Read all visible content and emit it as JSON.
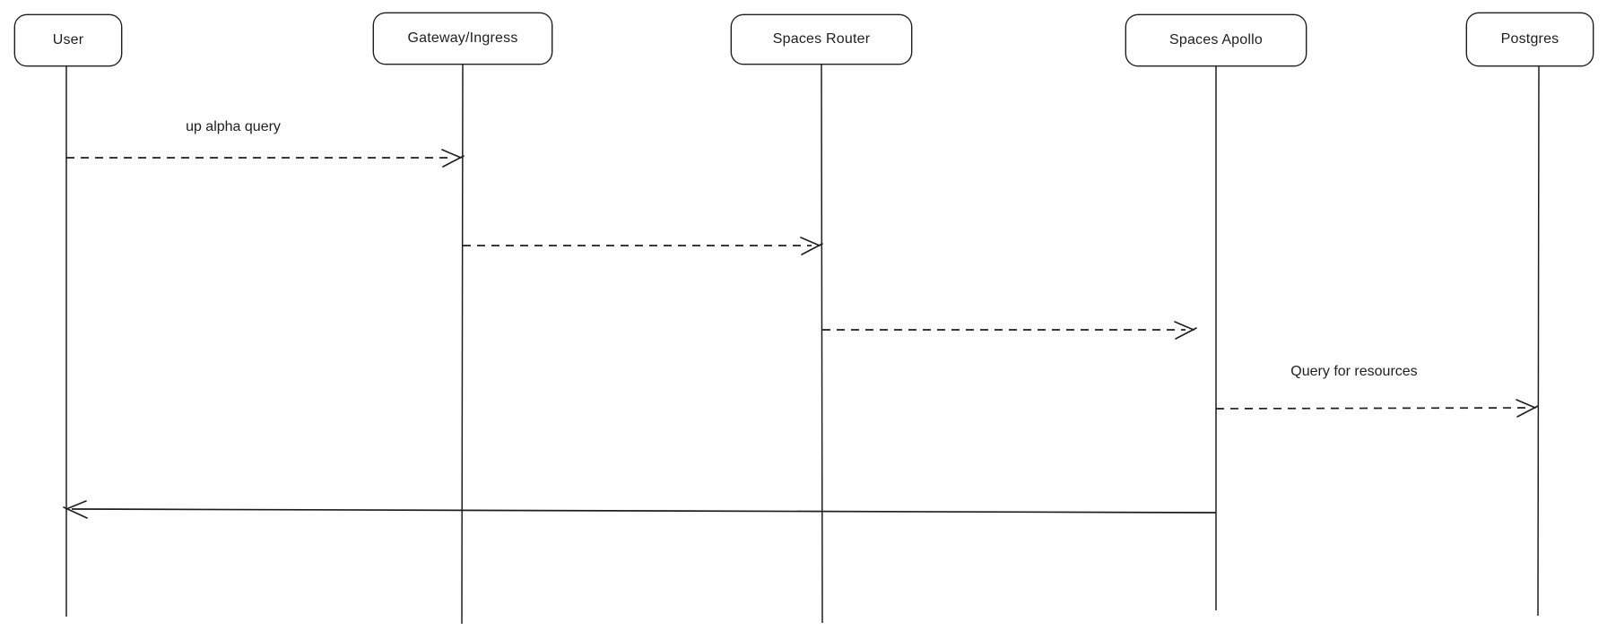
{
  "diagram": {
    "type": "sequence-diagram",
    "background_color": "#ffffff",
    "stroke_color": "#1e1e1e",
    "actors": [
      {
        "label": "User"
      },
      {
        "label": "Gateway/Ingress"
      },
      {
        "label": "Spaces Router"
      },
      {
        "label": "Spaces Apollo"
      },
      {
        "label": "Postgres"
      }
    ],
    "messages": [
      {
        "from": "User",
        "to": "Gateway/Ingress",
        "label": "up alpha query",
        "line_style": "dashed",
        "direction": "right"
      },
      {
        "from": "Gateway/Ingress",
        "to": "Spaces Router",
        "label": "",
        "line_style": "dashed",
        "direction": "right"
      },
      {
        "from": "Spaces Router",
        "to": "Spaces Apollo",
        "label": "",
        "line_style": "dashed",
        "direction": "right"
      },
      {
        "from": "Spaces Apollo",
        "to": "Postgres",
        "label": "Query for resources",
        "line_style": "dashed",
        "direction": "right"
      },
      {
        "from": "Spaces Apollo",
        "to": "User",
        "label": "",
        "line_style": "solid",
        "direction": "left"
      }
    ]
  }
}
